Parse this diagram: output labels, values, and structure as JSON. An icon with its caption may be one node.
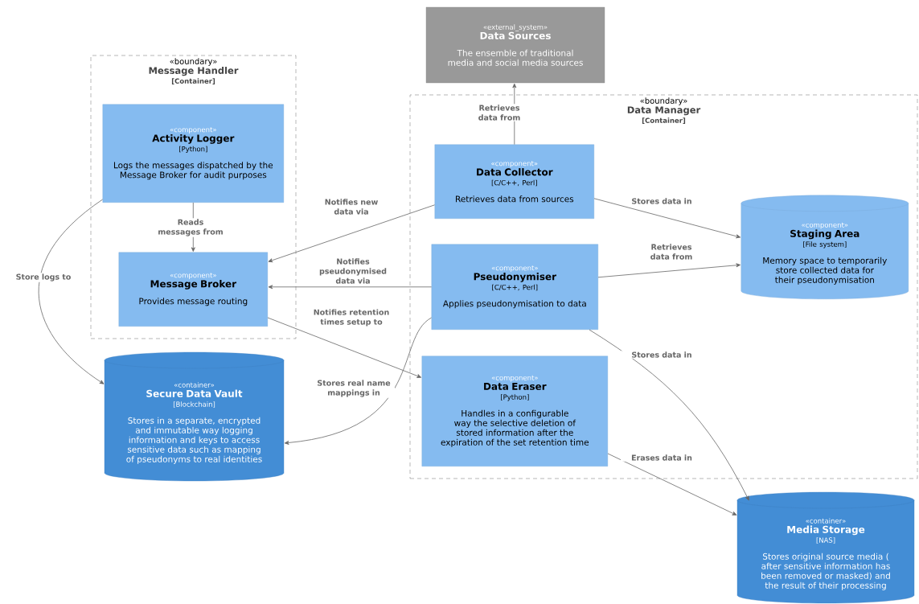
{
  "diagram": {
    "nodes": [
      {
        "text": [
          "«boundary»",
          "Message Handler",
          "[Container]"
        ]
      },
      {
        "text": [
          "«component»",
          "Activity Logger",
          "[Python]",
          "Logs the messages dispatched by the Message Broker for audit purposes"
        ],
        "in": 0
      },
      {
        "text": [
          "«component»",
          "Message Broker",
          "Provides message routing"
        ],
        "in": 0
      },
      {
        "text": [
          "«external_system»",
          "Data Sources",
          "The ensemble of traditional media and social media sources"
        ]
      },
      {
        "text": [
          "«boundary»",
          "Data Manager",
          "[Container]"
        ]
      },
      {
        "text": [
          "«component»",
          "Data Collector",
          "[C/C++, Perl]",
          "Retrieves data from sources"
        ],
        "in": 4
      },
      {
        "text": [
          "«component»",
          "Pseudonymiser",
          "[C/C++, Perl]",
          "Applies pseudonymisation to data"
        ],
        "in": 4
      },
      {
        "text": [
          "«component»",
          "Data Eraser",
          "[Python]",
          "Handles in a configurable way the selective deletion of stored information after the expiration of the set retention time"
        ],
        "in": 4
      },
      {
        "text": [
          "«component»",
          "Staging Area",
          "[File system]",
          "Memory space to temporarily store collected data for their pseudonymisation"
        ],
        "in": 4
      },
      {
        "text": [
          "«container»",
          "Secure Data Vault",
          "[Blockchain]",
          "Stores in a separate, encrypted and immutable way logging information and keys to access sensitive data such as mapping of pseudonyms to real identities"
        ]
      },
      {
        "text": [
          "«container»",
          "Media Storage",
          "[NAS]",
          "Stores original source media ( after sensitive information has been removed or masked) and the result of their processing"
        ]
      }
    ],
    "edges": [
      {
        "from": 1,
        "to": 2,
        "arrow": "to",
        "label": "Reads messages from"
      },
      {
        "from": 1,
        "to": 9,
        "arrow": "to",
        "label": "Store logs to"
      },
      {
        "from": 5,
        "to": 3,
        "arrow": "to",
        "label": "Retrieves data from"
      },
      {
        "from": 5,
        "to": 2,
        "arrow": "to",
        "label": "Notifies new data via"
      },
      {
        "from": 5,
        "to": 8,
        "arrow": "to",
        "label": "Stores data in"
      },
      {
        "from": 6,
        "to": 2,
        "arrow": "to",
        "label": "Notifies pseudonymised data via"
      },
      {
        "from": 6,
        "to": 8,
        "arrow": "to",
        "label": "Retrieves data from"
      },
      {
        "from": 2,
        "to": 7,
        "arrow": "to",
        "label": "Notifies retention times setup to"
      },
      {
        "from": 6,
        "to": 9,
        "arrow": "to",
        "label": "Stores real name mappings in"
      },
      {
        "from": 6,
        "to": 10,
        "arrow": "to",
        "label": "Stores data in"
      },
      {
        "from": 7,
        "to": 10,
        "arrow": "to",
        "label": "Erases data in"
      }
    ]
  }
}
